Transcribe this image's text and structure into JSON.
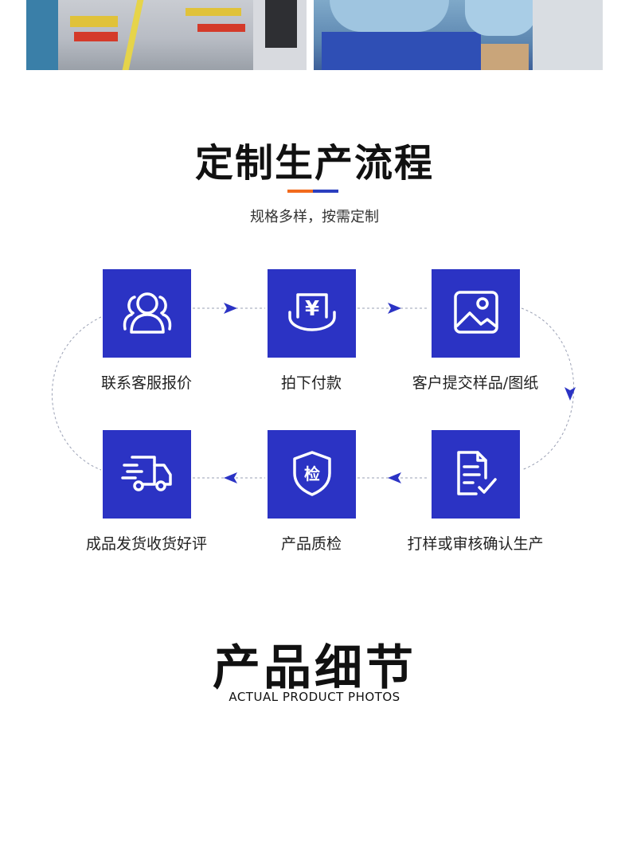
{
  "process": {
    "title": "定制生产流程",
    "subtitle": "规格多样，按需定制",
    "steps": [
      {
        "label": "联系客服报价",
        "icon": "users-icon"
      },
      {
        "label": "拍下付款",
        "icon": "payment-icon"
      },
      {
        "label": "客户提交样品/图纸",
        "icon": "image-icon"
      },
      {
        "label": "打样或审核确认生产",
        "icon": "document-check-icon"
      },
      {
        "label": "产品质检",
        "icon": "inspection-shield-icon"
      },
      {
        "label": "成品发货收货好评",
        "icon": "delivery-truck-icon"
      }
    ],
    "payment_glyph": "¥",
    "inspect_glyph": "检"
  },
  "details": {
    "title": "产品细节",
    "subtitle": "ACTUAL PRODUCT PHOTOS"
  },
  "colors": {
    "accent_blue": "#2b33c4",
    "accent_orange": "#f26b1d"
  }
}
